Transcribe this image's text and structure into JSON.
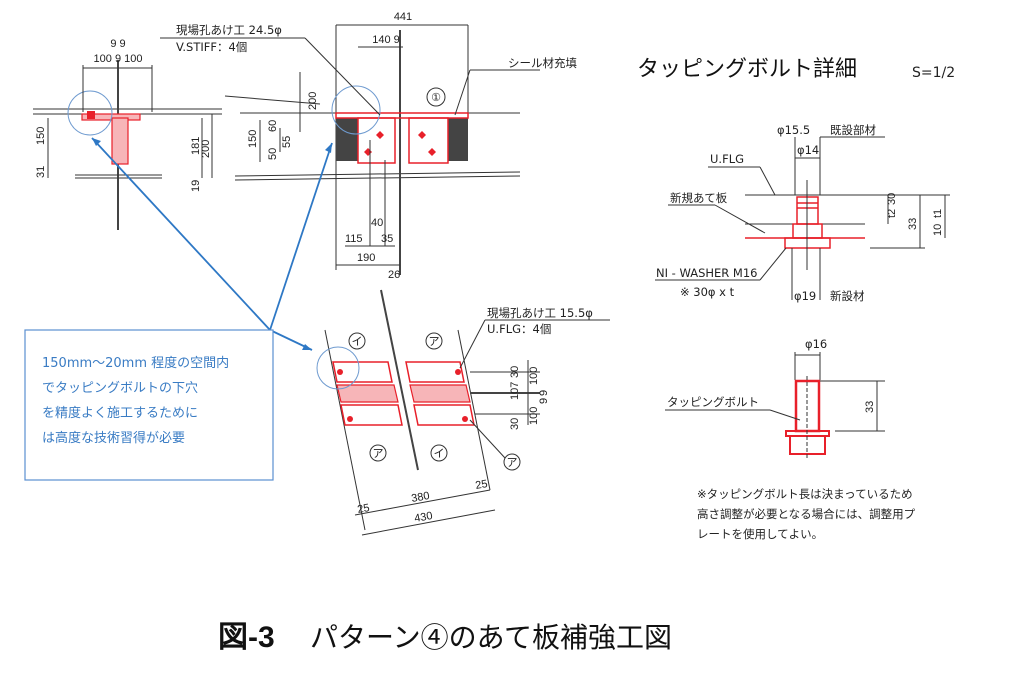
{
  "left_view": {
    "dims": {
      "top": "9 9",
      "widths": "100 9 100",
      "h150": "150",
      "h31": "31",
      "h181": "181",
      "h200": "200",
      "h19": "19"
    }
  },
  "top_view": {
    "hole_label": "現場孔あけ工 24.5φ",
    "stiff_label": "V.STIFF：4個",
    "seal_label": "シール材充填",
    "marker": "①",
    "dims": {
      "w441": "441",
      "w140_9": "140 9",
      "h200": "200",
      "h150": "150",
      "h60": "60",
      "h55": "55",
      "h50": "50",
      "w40": "40",
      "w115": "115",
      "w35": "35",
      "w190": "190",
      "w26": "26"
    }
  },
  "plan_view": {
    "hole_label": "現場孔あけ工 15.5φ",
    "flg_label": "U.FLG：4個",
    "markers": [
      "イ",
      "ア",
      "ア",
      "イ",
      "ア"
    ],
    "dims": {
      "d380": "380",
      "d430": "430",
      "d25a": "25",
      "d25b": "25",
      "v100a": "100",
      "v107": "107",
      "v100b": "100",
      "v30a": "30",
      "v30b": "30",
      "v9": "9",
      "v9b": "9"
    }
  },
  "callout": {
    "lines": [
      "150mm～20mm 程度の空間内",
      "でタッピングボルトの下穴",
      "を精度よく施工するために",
      "は高度な技術習得が必要"
    ]
  },
  "detail": {
    "title": "タッピングボルト詳細",
    "scale": "S=1/2",
    "phi155": "φ15.5",
    "existing": "既設部材",
    "phi14": "φ14",
    "uflg": "U.FLG",
    "new_plate": "新規あて板",
    "washer": "NI - WASHER M16",
    "washer_size": "※ 30φ x t",
    "phi19": "φ19",
    "new_member": "新設材",
    "d_t2": "t2",
    "d_30": "30",
    "d_33": "33",
    "d_10": "10",
    "d_t1": "t1"
  },
  "bolt": {
    "phi16": "φ16",
    "label": "タッピングボルト",
    "len": "33",
    "note": [
      "※タッピングボルト長は決まっているため",
      "高さ調整が必要となる場合には、調整用プ",
      "レートを使用してよい。"
    ]
  },
  "caption": {
    "number": "図-3",
    "title": "パターン④のあて板補強工図"
  },
  "colors": {
    "red": "#e8202a",
    "blue": "#2e78c5"
  }
}
